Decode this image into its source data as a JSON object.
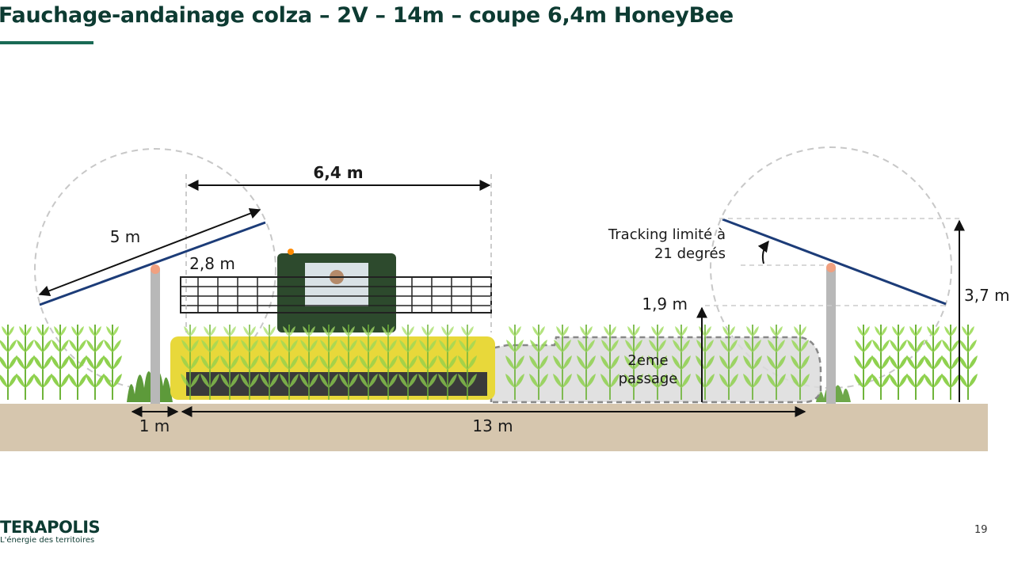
{
  "slide": {
    "title": "Fauchage-andainage colza – 2V – 14m – coupe 6,4m HoneyBee",
    "page_number": "19"
  },
  "labels": {
    "header_width": "6,4 m",
    "panel_length": "5 m",
    "pivot_height": "2,8 m",
    "tracking_note_line1": "Tracking limité à",
    "tracking_note_line2": "21 degrés",
    "clearance_height": "1,9 m",
    "max_height": "3,7 m",
    "second_pass_line1": "2eme",
    "second_pass_line2": "passage",
    "edge_gap": "1 m",
    "row_spacing": "13 m"
  },
  "logo": {
    "name": "TERAPOLIS",
    "tagline": "L'énergie des territoires"
  },
  "colors": {
    "title": "#0d3b32",
    "accent": "#1a6a55",
    "ground": "#d6c6ae",
    "crop": "#8fd14f",
    "header_yellow": "#e8d83a",
    "panel": "#1c3c78"
  }
}
